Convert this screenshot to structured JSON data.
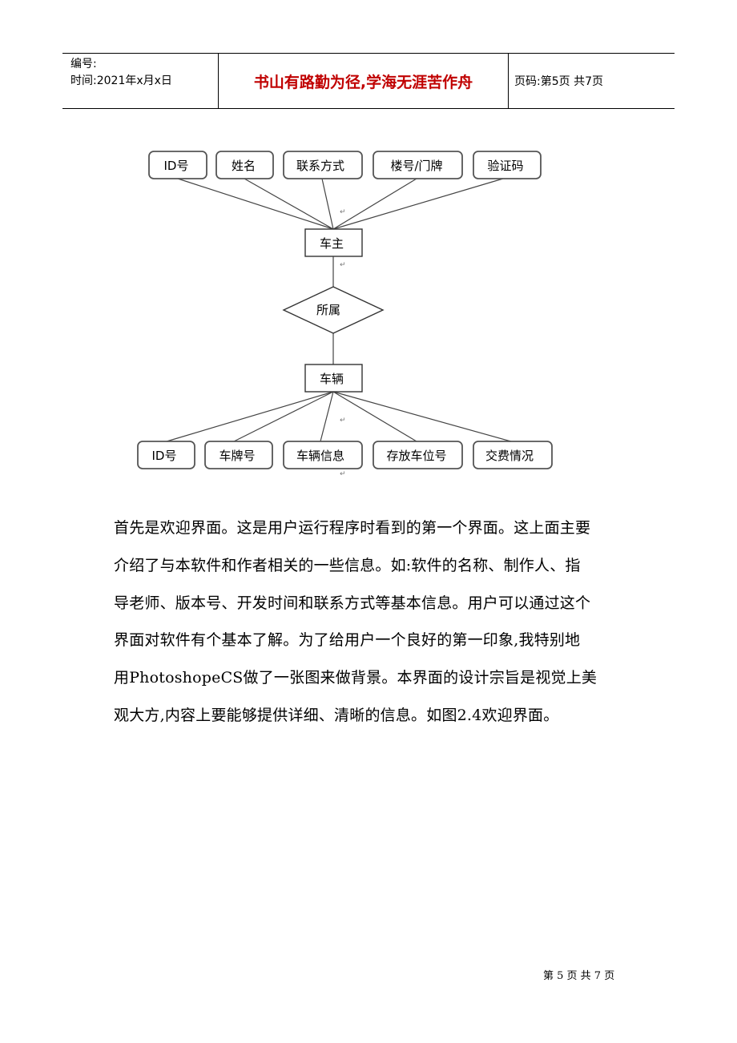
{
  "header": {
    "number_label": "编号:",
    "date_label": "时间:2021年x月x日",
    "motto": "书山有路勤为径,学海无涯苦作舟",
    "page_info": "页码:第5页 共7页"
  },
  "diagram": {
    "owner_attributes": [
      "ID号",
      "姓名",
      "联系方式",
      "楼号/门牌",
      "验证码"
    ],
    "owner_entity": "车主",
    "relationship": "所属",
    "vehicle_entity": "车辆",
    "vehicle_attributes": [
      "ID号",
      "车牌号",
      "车辆信息",
      "存放车位号",
      "交费情况"
    ],
    "return_mark": "↵"
  },
  "body": {
    "lines": [
      "首先是欢迎界面。这是用户运行程序时看到的第一个界面。这上面主要",
      "介绍了与本软件和作者相关的一些信息。如:软件的名称、制作人、指",
      "导老师、版本号、开发时间和联系方式等基本信息。用户可以通过这个",
      "界面对软件有个基本了解。为了给用户一个良好的第一印象,我特别地",
      "用PhotoshopeCS做了一张图来做背景。本界面的设计宗旨是视觉上美",
      "观大方,内容上要能够提供详细、清晰的信息。如图2.4欢迎界面。"
    ]
  },
  "footer": {
    "page_info": "第 5 页 共 7 页"
  }
}
